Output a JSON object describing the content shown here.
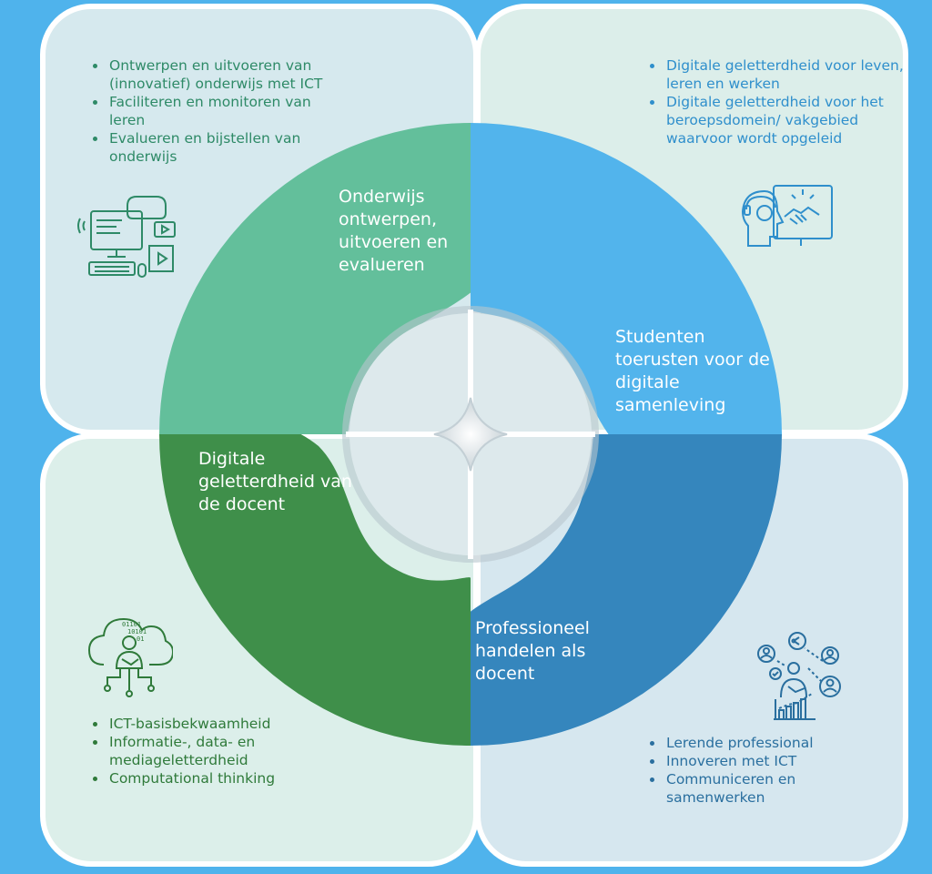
{
  "quadrants": {
    "top_left": {
      "bullets": [
        "Ontwerpen en uitvoeren van (innovatief) onderwijs met ICT",
        "Faciliteren en monitoren van leren",
        "Evalueren en bijstellen van onderwijs"
      ],
      "icon": "computer-vr-video-icon",
      "color": "#2e8a67"
    },
    "top_right": {
      "bullets": [
        "Digitale geletterdheid voor leven, leren en werken",
        "Digitale geletterdheid voor het beroepsdomein/ vakgebied waarvoor wordt opgeleid"
      ],
      "icon": "head-handshake-icon",
      "color": "#2f8fcc"
    },
    "bottom_left": {
      "bullets": [
        "ICT-basisbekwaamheid",
        "Informatie-, data- en mediageletterdheid",
        "Computational thinking"
      ],
      "icon": "cloud-binary-person-icon",
      "color": "#2f7a3a"
    },
    "bottom_right": {
      "bullets": [
        "Lerende professional",
        "Innoveren met ICT",
        "Communiceren en samenwerken"
      ],
      "icon": "network-people-chart-icon",
      "color": "#2a6f9f"
    }
  },
  "ring": {
    "segments": [
      {
        "id": "tl",
        "label": "Onderwijs ontwerpen, uitvoeren en evalueren",
        "color": "#5fbd98"
      },
      {
        "id": "tr",
        "label": "Studenten toerusten voor de digitale samenleving",
        "color": "#4fb3ec"
      },
      {
        "id": "bl",
        "label": "Digitale geletterdheid van de docent",
        "color": "#3f8f4a"
      },
      {
        "id": "br",
        "label": "Professioneel handelen als docent",
        "color": "#3586bd"
      }
    ]
  },
  "colors": {
    "background": "#4fb3ec",
    "panel_border": "#ffffff"
  }
}
